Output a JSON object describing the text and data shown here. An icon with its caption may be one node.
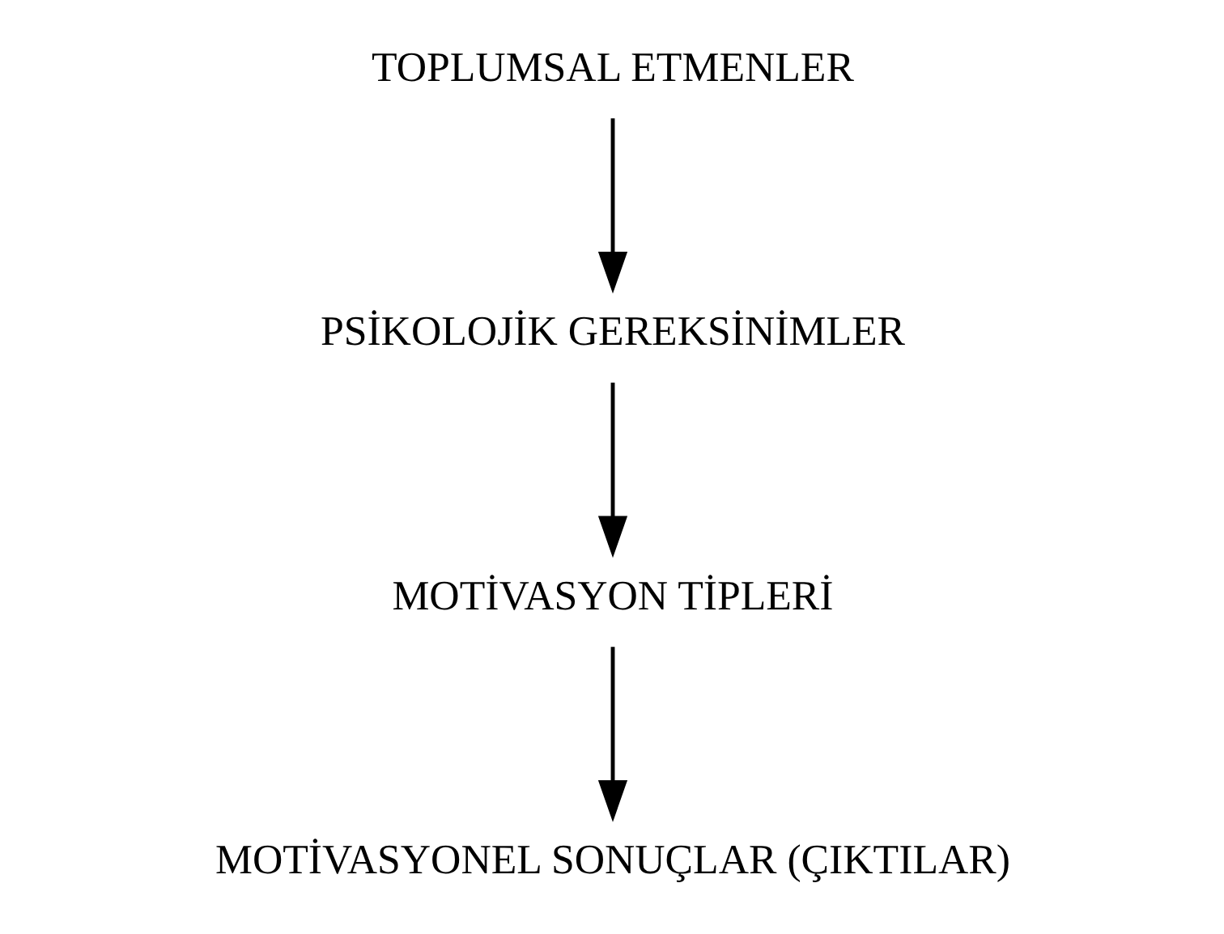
{
  "diagram": {
    "nodes": [
      {
        "text": [
          "TOPLUMSAL ETMENLER"
        ]
      },
      {
        "text": [
          "PSİKOLOJİK GEREKSİNİMLER"
        ]
      },
      {
        "text": [
          "MOTİVASYON TİPLERİ"
        ]
      },
      {
        "text": [
          "MOTİVASYONEL SONUÇLAR (ÇIKTILAR)"
        ]
      }
    ],
    "edges": [
      {
        "from": 0,
        "to": 1,
        "arrow": "to"
      },
      {
        "from": 1,
        "to": 2,
        "arrow": "to"
      },
      {
        "from": 2,
        "to": 3,
        "arrow": "to"
      }
    ]
  }
}
